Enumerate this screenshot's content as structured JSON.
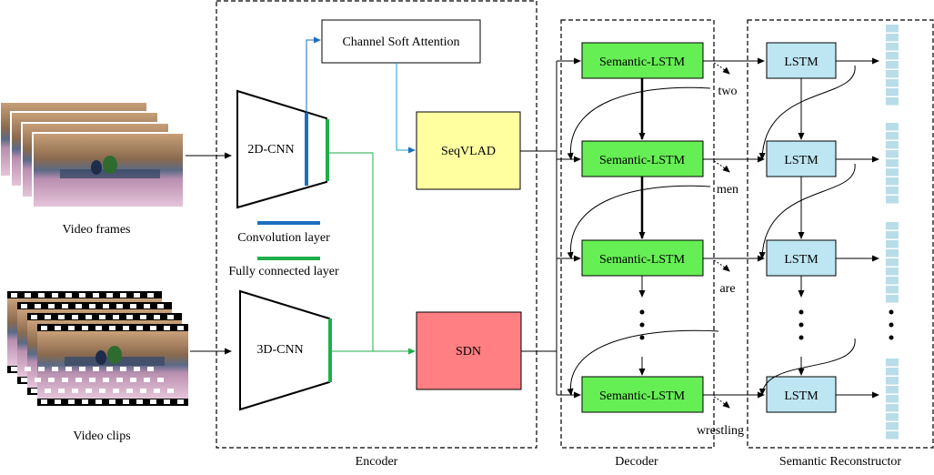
{
  "inputs": {
    "video_frames_label": "Video frames",
    "video_clips_label": "Video clips"
  },
  "encoder": {
    "title": "Encoder",
    "cnn2d_label": "2D-CNN",
    "cnn3d_label": "3D-CNN",
    "attention_label": "Channel Soft Attention",
    "seqvlad_label": "SeqVLAD",
    "sdn_label": "SDN",
    "legend": {
      "conv_label": "Convolution layer",
      "fc_label": "Fully connected layer"
    }
  },
  "decoder": {
    "title": "Decoder",
    "cell_label": "Semantic-LSTM",
    "words": [
      "two",
      "men",
      "are",
      "wrestling"
    ]
  },
  "reconstructor": {
    "title": "Semantic Reconstructor",
    "cell_label": "LSTM"
  },
  "colors": {
    "conv_layer": "#1a6fbf",
    "fc_layer": "#1fae4a",
    "semantic_lstm_fill": "#66ee55",
    "lstm_fill": "#bde6f2",
    "seqvlad_fill": "#ffffa0",
    "sdn_fill": "#ff7f82",
    "feature_bar": "#b9dde8",
    "arrow": "#000000"
  }
}
